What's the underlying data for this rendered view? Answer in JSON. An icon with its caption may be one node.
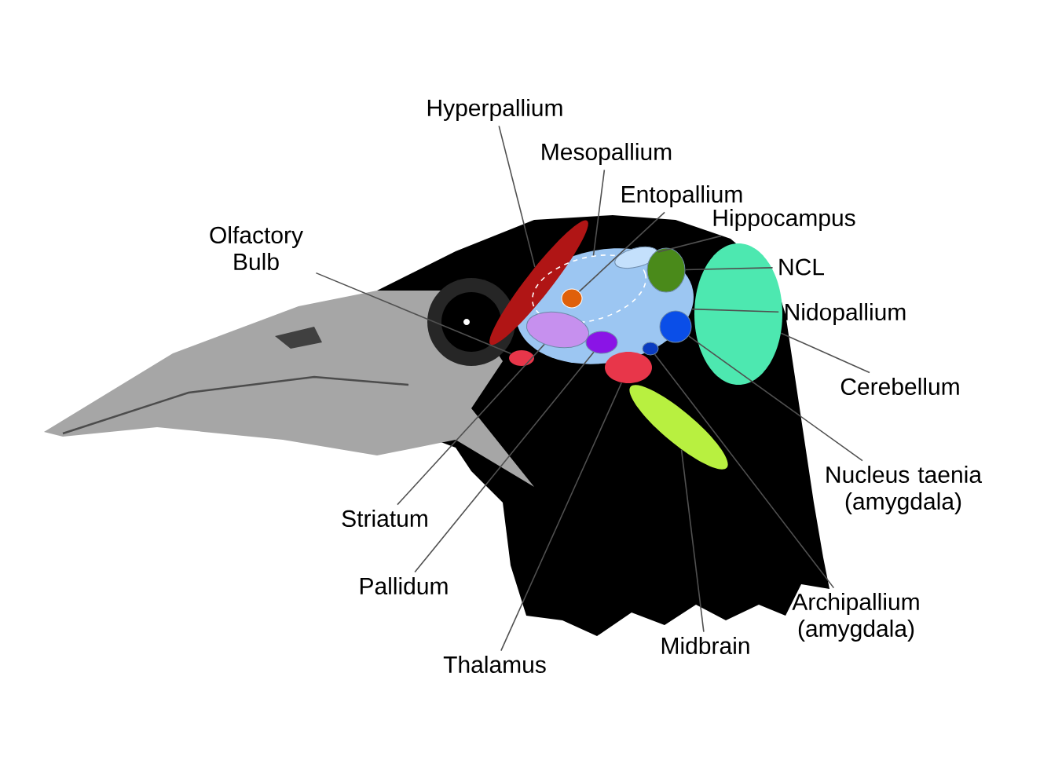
{
  "diagram": {
    "nodes": [
      {
        "text": [
          "Hyperpallium"
        ]
      },
      {
        "text": [
          "Mesopallium"
        ]
      },
      {
        "text": [
          "Entopallium"
        ]
      },
      {
        "text": [
          "Hippocampus"
        ]
      },
      {
        "text": [
          "Olfactory Bulb"
        ]
      },
      {
        "text": [
          "NCL"
        ]
      },
      {
        "text": [
          "Nidopallium"
        ]
      },
      {
        "text": [
          "Cerebellum"
        ]
      },
      {
        "text": [
          "Nucleus taenia (amygdala)"
        ]
      },
      {
        "text": [
          "Striatum"
        ]
      },
      {
        "text": [
          "Pallidum"
        ]
      },
      {
        "text": [
          "Archipallium (amygdala)"
        ]
      },
      {
        "text": [
          "Midbrain"
        ]
      },
      {
        "text": [
          "Thalamus"
        ]
      },
      {
        "text": [],
        "shape": "ellipse"
      },
      {
        "text": [],
        "shape": "ellipse",
        "in": 20
      },
      {
        "text": [],
        "shape": "ellipse",
        "in": 15
      },
      {
        "text": [],
        "shape": "ellipse",
        "in": 20
      },
      {
        "text": [],
        "shape": "ellipse"
      },
      {
        "text": [],
        "shape": "ellipse",
        "in": 20
      },
      {
        "text": [],
        "shape": "ellipse"
      },
      {
        "text": [],
        "shape": "ellipse"
      },
      {
        "text": [],
        "shape": "ellipse",
        "in": 20
      },
      {
        "text": [],
        "shape": "ellipse",
        "in": 20
      },
      {
        "text": [],
        "shape": "ellipse",
        "in": 20
      },
      {
        "text": [],
        "shape": "ellipse",
        "in": 20
      },
      {
        "text": [],
        "shape": "ellipse"
      },
      {
        "text": [],
        "shape": "ellipse"
      }
    ],
    "edges": [
      {
        "from": 0,
        "to": 14,
        "arrow": "none"
      },
      {
        "from": 1,
        "to": 15,
        "arrow": "none"
      },
      {
        "from": 2,
        "to": 16,
        "arrow": "none"
      },
      {
        "from": 3,
        "to": 17,
        "arrow": "none"
      },
      {
        "from": 4,
        "to": 18,
        "arrow": "none"
      },
      {
        "from": 5,
        "to": 19,
        "arrow": "none"
      },
      {
        "from": 6,
        "to": 20,
        "arrow": "none"
      },
      {
        "from": 7,
        "to": 21,
        "arrow": "none"
      },
      {
        "from": 8,
        "to": 22,
        "arrow": "none"
      },
      {
        "from": 9,
        "to": 23,
        "arrow": "none"
      },
      {
        "from": 10,
        "to": 24,
        "arrow": "none"
      },
      {
        "from": 11,
        "to": 25,
        "arrow": "none"
      },
      {
        "from": 12,
        "to": 26,
        "arrow": "none"
      },
      {
        "from": 13,
        "to": 27,
        "arrow": "none"
      }
    ]
  }
}
